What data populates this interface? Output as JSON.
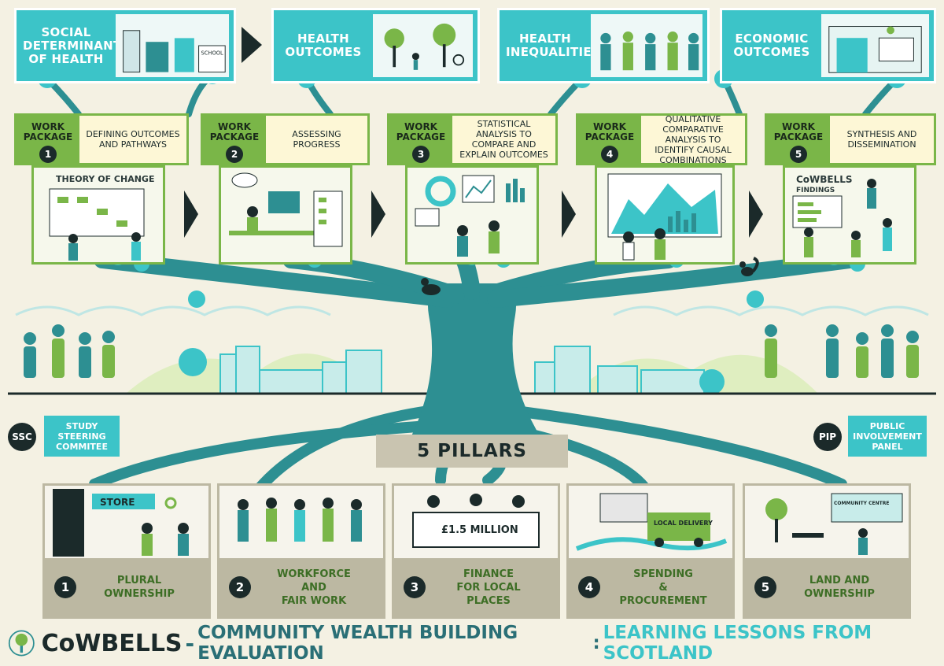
{
  "outcomes": [
    {
      "label": "SOCIAL DETERMINANTS OF HEALTH"
    },
    {
      "label": "HEALTH OUTCOMES"
    },
    {
      "label": "HEALTH INEQUALITIES"
    },
    {
      "label": "ECONOMIC OUTCOMES"
    }
  ],
  "illustration_texts": {
    "school_sign": "SCHOOL",
    "theory_of_change": "THEORY OF CHANGE",
    "cowbells_board": "CoWBELLS",
    "findings": "FINDINGS",
    "store_sign": "STORE",
    "cheque_amount": "£1.5 MILLION",
    "delivery_van": "LOCAL DELIVERY",
    "community_centre": "COMMUNITY CENTRE"
  },
  "work_packages": [
    {
      "tag": "WORK PACKAGE",
      "number": "1",
      "description": "DEFINING OUTCOMES AND PATHWAYS"
    },
    {
      "tag": "WORK PACKAGE",
      "number": "2",
      "description": "ASSESSING PROGRESS"
    },
    {
      "tag": "WORK PACKAGE",
      "number": "3",
      "description": "STATISTICAL ANALYSIS TO COMPARE AND EXPLAIN OUTCOMES"
    },
    {
      "tag": "WORK PACKAGE",
      "number": "4",
      "description": "QUALITATIVE COMPARATIVE ANALYSIS TO IDENTIFY CAUSAL COMBINATIONS"
    },
    {
      "tag": "WORK PACKAGE",
      "number": "5",
      "description": "SYNTHESIS AND DISSEMINATION"
    }
  ],
  "ssc": {
    "badge": "SSC",
    "label": "STUDY STEERING COMMITEE"
  },
  "pip": {
    "badge": "PIP",
    "label": "PUBLIC INVOLVEMENT PANEL"
  },
  "pillars_title": "5 PILLARS",
  "pillars": [
    {
      "number": "1",
      "label": "PLURAL\nOWNERSHIP"
    },
    {
      "number": "2",
      "label": "WORKFORCE\nAND\nFAIR WORK"
    },
    {
      "number": "3",
      "label": "FINANCE\nFOR LOCAL\nPLACES"
    },
    {
      "number": "4",
      "label": "SPENDING\n&\nPROCUREMENT"
    },
    {
      "number": "5",
      "label": "LAND AND\nOWNERSHIP"
    }
  ],
  "footer": {
    "brand": "CoWBELLS",
    "separator": "-",
    "title": "COMMUNITY WEALTH BUILDING EVALUATION",
    "colon": ":",
    "subtitle": "LEARNING LESSONS FROM SCOTLAND"
  },
  "colors": {
    "teal": "#3cc4c8",
    "tree": "#2d8f92",
    "green": "#7ab648",
    "dark": "#1b2a2a",
    "cream": "#f4f1e3",
    "stone": "#bcb8a2"
  }
}
